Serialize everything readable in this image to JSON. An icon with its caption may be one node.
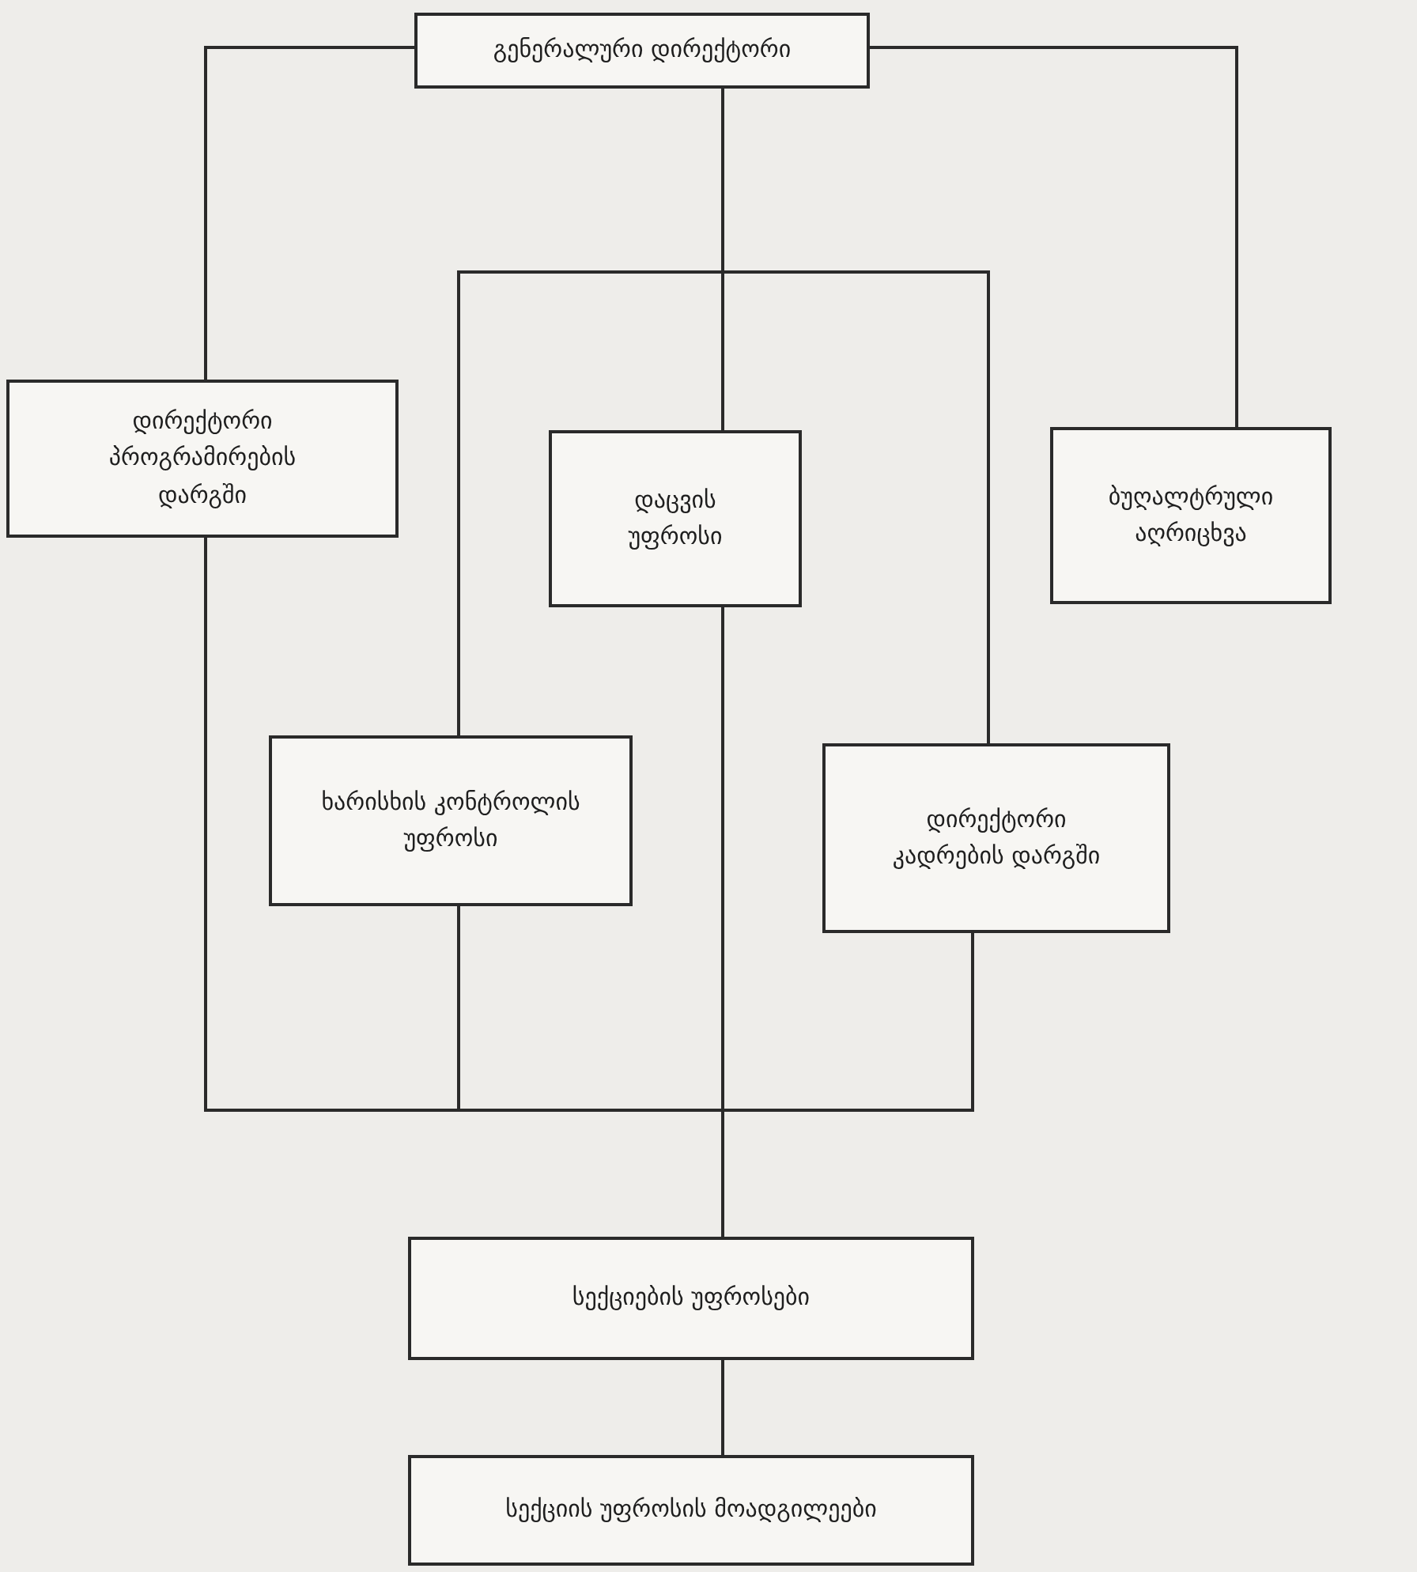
{
  "diagram": {
    "nodes": [
      {
        "text": [
          "გენერალური დირექტორი"
        ]
      },
      {
        "text": [
          "დირექტორი პროგრამირების დარგში"
        ]
      },
      {
        "text": [
          "დაცვის უფროსი"
        ]
      },
      {
        "text": [
          "ბუღალტრული აღრიცხვა"
        ]
      },
      {
        "text": [
          "ხარისხის კონტროლის უფროსი"
        ]
      },
      {
        "text": [
          "დირექტორი კადრების დარგში"
        ]
      },
      {
        "text": [
          "სექციების უფროსები"
        ]
      },
      {
        "text": [
          "სექციის უფროსის მოადგილეები"
        ]
      }
    ],
    "edges": [
      {
        "from": 0,
        "to": 1,
        "arrow": "none"
      },
      {
        "from": 0,
        "to": 3,
        "arrow": "none"
      },
      {
        "from": 0,
        "to": 2,
        "arrow": "none"
      },
      {
        "from": 0,
        "to": 4,
        "arrow": "none"
      },
      {
        "from": 0,
        "to": 5,
        "arrow": "none"
      },
      {
        "from": 2,
        "to": 6,
        "arrow": "none"
      },
      {
        "from": 1,
        "to": 6,
        "arrow": "none"
      },
      {
        "from": 4,
        "to": 6,
        "arrow": "none"
      },
      {
        "from": 5,
        "to": 6,
        "arrow": "none"
      },
      {
        "from": 6,
        "to": 7,
        "arrow": "none"
      }
    ]
  }
}
